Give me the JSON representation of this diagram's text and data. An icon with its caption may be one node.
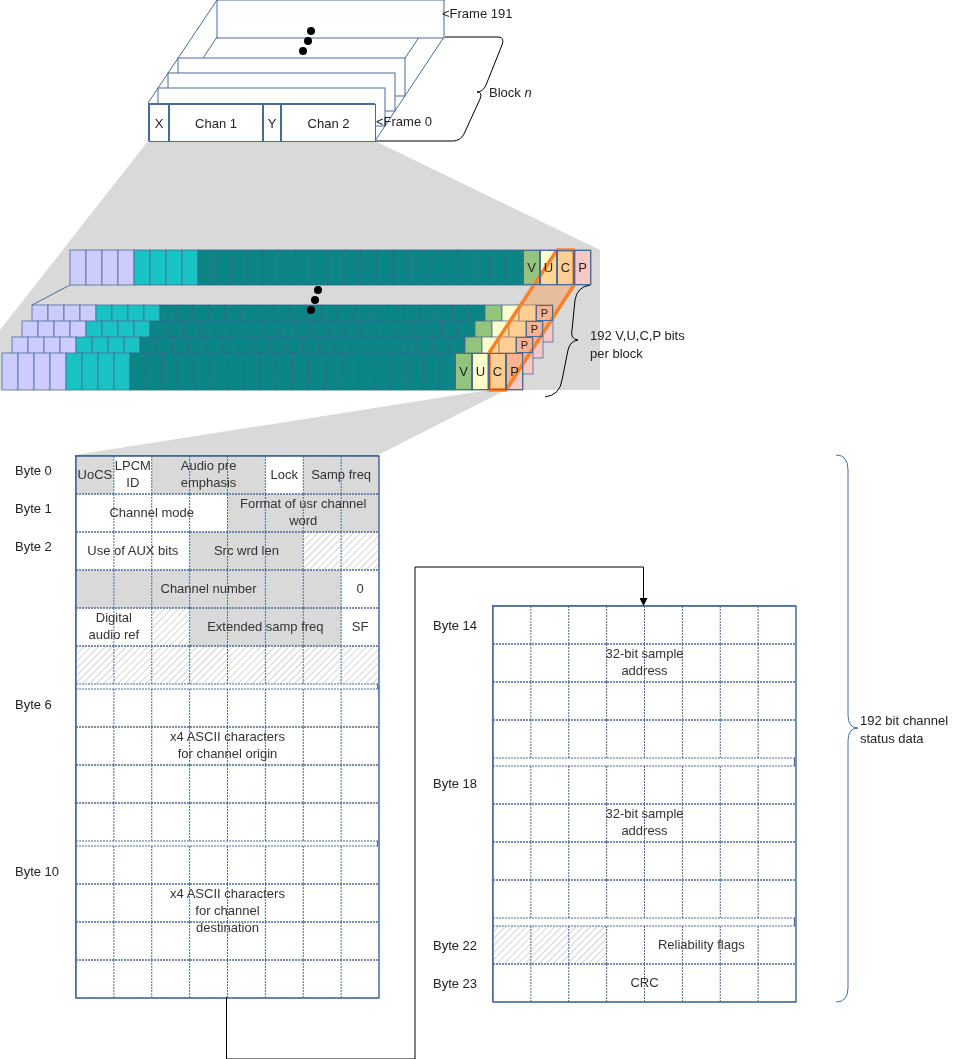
{
  "diagram": {
    "nodes": [
      {
        "text": [],
        "shape": "box"
      },
      {
        "text": [
          "X"
        ],
        "in": 0
      },
      {
        "text": [
          "Chan 1"
        ],
        "in": 0
      },
      {
        "text": [
          "Y"
        ],
        "in": 0
      },
      {
        "text": [
          "Chan 2"
        ],
        "in": 0
      },
      {
        "text": [
          "V"
        ]
      },
      {
        "text": [
          "U"
        ]
      },
      {
        "text": [
          "C"
        ]
      },
      {
        "text": [
          "P"
        ]
      },
      {
        "text": [
          "P"
        ]
      },
      {
        "text": [
          "P"
        ]
      },
      {
        "text": [
          "P"
        ]
      },
      {
        "text": [
          "V"
        ]
      },
      {
        "text": [
          "U"
        ]
      },
      {
        "text": [
          "C"
        ]
      },
      {
        "text": [
          "P"
        ]
      },
      {
        "text": [],
        "shape": "box"
      },
      {
        "text": [
          "UoCS"
        ],
        "in": 16
      },
      {
        "text": [
          "LPCM ID"
        ],
        "in": 16
      },
      {
        "text": [
          "Audio pre emphasis"
        ],
        "in": 16
      },
      {
        "text": [
          "Lock"
        ],
        "in": 16
      },
      {
        "text": [
          "Samp freq"
        ],
        "in": 16
      },
      {
        "text": [
          "Channel mode"
        ],
        "in": 16
      },
      {
        "text": [
          "Format of usr channel word"
        ],
        "in": 16
      },
      {
        "text": [
          "Use of AUX bits"
        ],
        "in": 16
      },
      {
        "text": [
          "Src wrd len"
        ],
        "in": 16
      },
      {
        "text": [
          "Channel number"
        ],
        "in": 16
      },
      {
        "text": [
          "0"
        ],
        "in": 16
      },
      {
        "text": [
          "Digital audio ref"
        ],
        "in": 16
      },
      {
        "text": [
          "Extended samp freq"
        ],
        "in": 16
      },
      {
        "text": [
          "SF"
        ],
        "in": 16
      },
      {
        "text": [
          "x4 ASCII characters for channel origin"
        ],
        "in": 16
      },
      {
        "text": [
          "x4 ASCII characters for channel destination"
        ],
        "in": 16
      },
      {
        "text": [],
        "shape": "box"
      },
      {
        "text": [
          "32-bit sample address"
        ],
        "in": 33
      },
      {
        "text": [
          "32-bit sample address"
        ],
        "in": 33
      },
      {
        "text": [
          "Reliability flags"
        ],
        "in": 33
      },
      {
        "text": [
          "CRC"
        ],
        "in": 33
      }
    ],
    "edges": [
      {
        "from": 16,
        "to": 33,
        "arrow": "to"
      }
    ],
    "labels": [
      "<Frame 191",
      "<Frame 0",
      "Block *n*",
      "192 V,U,C,P bits per block",
      "Byte 0",
      "Byte 1",
      "Byte 2",
      "Byte 6",
      "Byte 10",
      "Byte 14",
      "Byte 18",
      "Byte 22",
      "Byte 23",
      "192 bit channel status data"
    ]
  }
}
